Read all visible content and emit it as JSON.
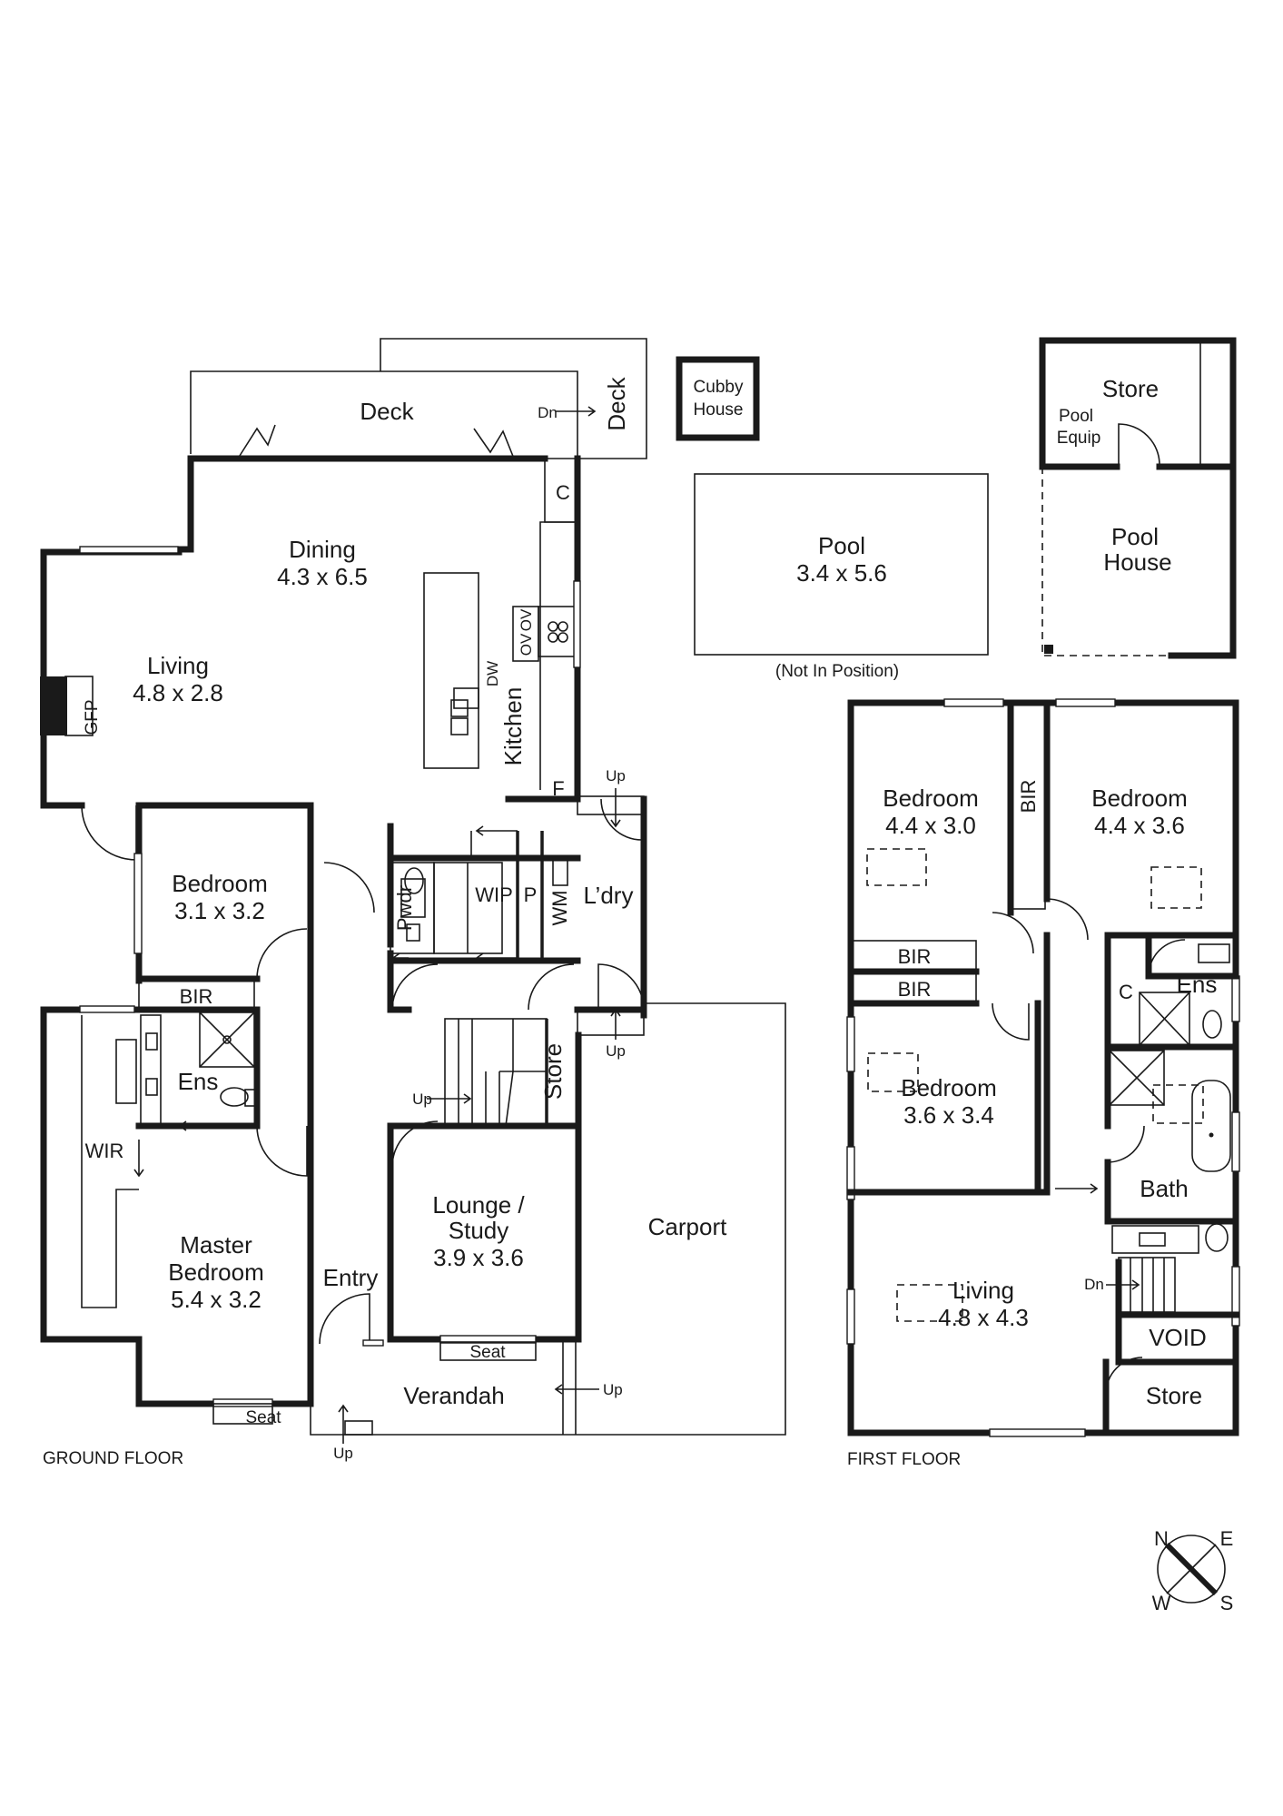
{
  "ground_floor": {
    "caption": "GROUND FLOOR",
    "rooms": {
      "deck": "Deck",
      "deck2": "Deck",
      "cubby": [
        "Cubby",
        "House"
      ],
      "dining": [
        "Dining",
        "4.3 x 6.5"
      ],
      "living": [
        "Living",
        "4.8 x 2.8"
      ],
      "gfp": "GFP",
      "kitchen": "Kitchen",
      "dw": "DW",
      "ov1": "OV",
      "ov2": "OV",
      "c": "C",
      "f": "F",
      "bedroom": [
        "Bedroom",
        "3.1 x 3.2"
      ],
      "bir": "BIR",
      "ens": "Ens",
      "wir": "WIR",
      "master": [
        "Master",
        "Bedroom",
        "5.4 x 3.2"
      ],
      "pwdr": "Pwdr",
      "wip": "WIP",
      "p": "P",
      "wm": "WM",
      "ldry": "L’dry",
      "store": "Store",
      "lounge": [
        "Lounge /",
        "Study",
        "3.9 x 3.6"
      ],
      "entry": "Entry",
      "verandah": "Verandah",
      "carport": "Carport",
      "seat1": "Seat",
      "seat2": "Seat"
    },
    "stairs": {
      "dn_deck": "Dn",
      "up_ldry": "Up",
      "up_ldry2": "Up",
      "up_stairs": "Up",
      "up_verandah": "Up",
      "up_front": "Up"
    }
  },
  "outdoor": {
    "pool": [
      "Pool",
      "3.4 x 5.6"
    ],
    "pool_note": "(Not In Position)",
    "store": "Store",
    "pool_equip": [
      "Pool",
      "Equip"
    ],
    "pool_house": [
      "Pool",
      "House"
    ]
  },
  "first_floor": {
    "caption": "FIRST FLOOR",
    "rooms": {
      "bed1": [
        "Bedroom",
        "4.4 x 3.0"
      ],
      "bed2": [
        "Bedroom",
        "4.4 x 3.6"
      ],
      "bir_v": "BIR",
      "bir1": "BIR",
      "bir2": "BIR",
      "bed3": [
        "Bedroom",
        "3.6 x 3.4"
      ],
      "c": "C",
      "ens": "Ens",
      "bath": "Bath",
      "living": [
        "Living",
        "4.8 x 4.3"
      ],
      "void": "VOID",
      "store": "Store"
    },
    "stairs": {
      "dn": "Dn"
    }
  },
  "compass": {
    "n": "N",
    "e": "E",
    "w": "W",
    "s": "S"
  }
}
